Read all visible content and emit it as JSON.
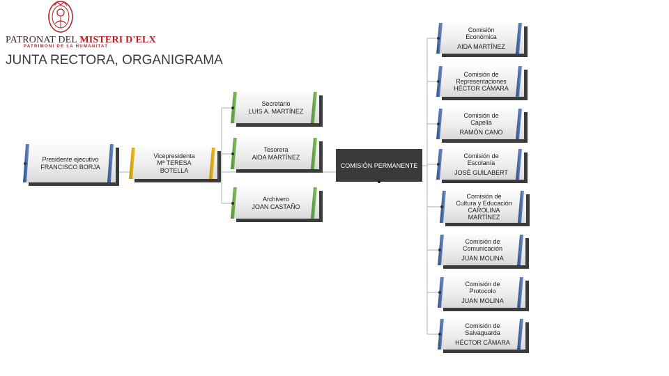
{
  "logo": {
    "line1_plain": "PATRONAT DEL ",
    "line1_strong": "MISTERI D'ELX",
    "line2": "PATRIMONI DE LA HUMANITAT",
    "seal_icon": "heraldic-seal-icon"
  },
  "title": "JUNTA RECTORA, ORGANIGRAMA",
  "colors": {
    "blue_accent": "#4a6fb0",
    "yellow_accent": "#e0b018",
    "green_accent": "#6aaa48",
    "dark_box": "#3a3a3a",
    "connector": "#9fb4b4",
    "logo_red": "#b41f24"
  },
  "president": {
    "role": "Presidente ejecutivo",
    "name": "FRANCISCO BORJA"
  },
  "vicepresident": {
    "role": "Vicepresidenta",
    "name_line1": "Mª TERESA",
    "name_line2": "BOTELLA"
  },
  "secretary": {
    "role": "Secretario",
    "name": "LUIS A. MARTÍNEZ"
  },
  "treasurer": {
    "role": "Tesorera",
    "name": "AIDA MARTÍNEZ"
  },
  "archivist": {
    "role": "Archivero",
    "name": "JOAN CASTAÑO"
  },
  "permanent_commission": {
    "label": "COMISIÓN PERMANENTE"
  },
  "commissions": [
    {
      "line1": "Comisión",
      "line2": "Económica",
      "line3": "",
      "name": "AIDA MARTÍNEZ",
      "name2": ""
    },
    {
      "line1": "Comisión de",
      "line2": "Representaciones",
      "line3": "",
      "name": "HÉCTOR CÀMARA",
      "name2": ""
    },
    {
      "line1": "Comisión de",
      "line2": "Capella",
      "line3": "",
      "name": "RAMÓN CANO",
      "name2": ""
    },
    {
      "line1": "Comisión de",
      "line2": "Escolanía",
      "line3": "",
      "name": "JOSÉ GUILABERT",
      "name2": ""
    },
    {
      "line1": "Comisión  de",
      "line2": "Cultura y Educación",
      "line3": "",
      "name": "CAROLINA",
      "name2": "MARTÍNEZ"
    },
    {
      "line1": "Comisión de",
      "line2": "Comunicación",
      "line3": "",
      "name": "JUAN MOLINA",
      "name2": ""
    },
    {
      "line1": "Comisión de",
      "line2": "Protocolo",
      "line3": "",
      "name": "JUAN MOLINA",
      "name2": ""
    },
    {
      "line1": "Comisión de",
      "line2": "Salvaguarda",
      "line3": "",
      "name": "HÉCTOR CÀMARA",
      "name2": ""
    }
  ]
}
